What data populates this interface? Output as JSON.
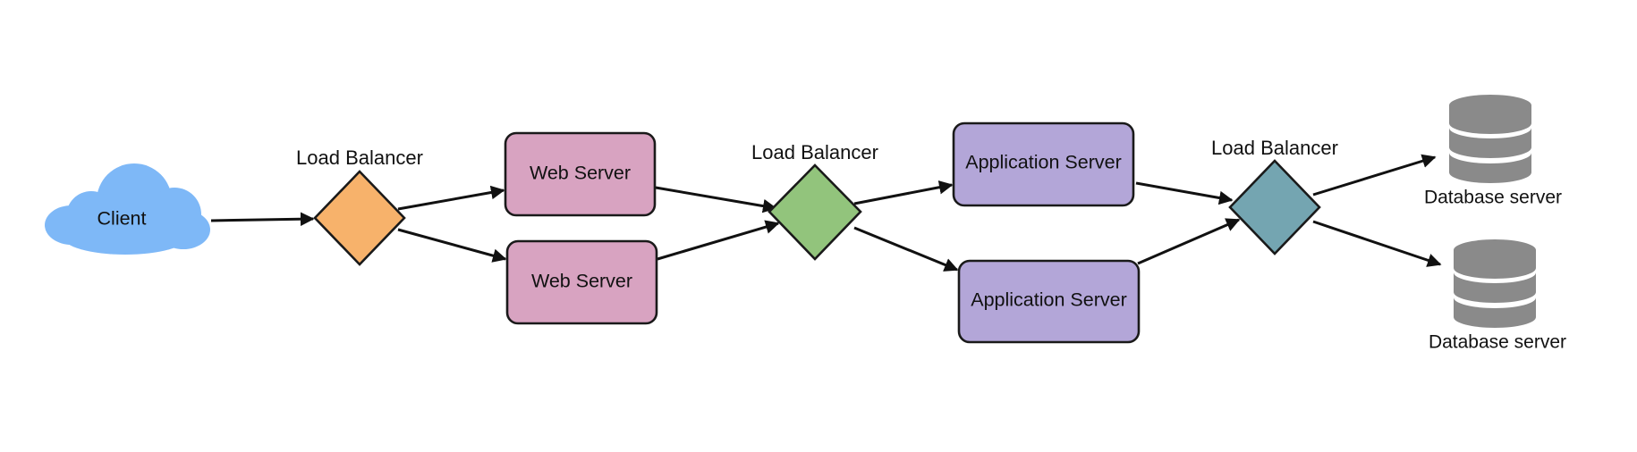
{
  "nodes": {
    "client": {
      "label": "Client",
      "color": "#7eb8f7"
    },
    "lb1": {
      "label": "Load Balancer",
      "color": "#f7b26b"
    },
    "web1": {
      "label": "Web Server",
      "color": "#d8a3c1"
    },
    "web2": {
      "label": "Web Server",
      "color": "#d8a3c1"
    },
    "lb2": {
      "label": "Load Balancer",
      "color": "#92c47c"
    },
    "app1": {
      "label": "Application Server",
      "color": "#b3a6d8"
    },
    "app2": {
      "label": "Application Server",
      "color": "#b3a6d8"
    },
    "lb3": {
      "label": "Load Balancer",
      "color": "#74a5b1"
    },
    "db1": {
      "label": "Database server",
      "color": "#8a8a8a"
    },
    "db2": {
      "label": "Database server",
      "color": "#8a8a8a"
    }
  },
  "edges": [
    {
      "from": "client",
      "to": "lb1"
    },
    {
      "from": "lb1",
      "to": "web1"
    },
    {
      "from": "lb1",
      "to": "web2"
    },
    {
      "from": "web1",
      "to": "lb2"
    },
    {
      "from": "web2",
      "to": "lb2"
    },
    {
      "from": "lb2",
      "to": "app1"
    },
    {
      "from": "lb2",
      "to": "app2"
    },
    {
      "from": "app1",
      "to": "lb3"
    },
    {
      "from": "app2",
      "to": "lb3"
    },
    {
      "from": "lb3",
      "to": "db1"
    },
    {
      "from": "lb3",
      "to": "db2"
    }
  ]
}
